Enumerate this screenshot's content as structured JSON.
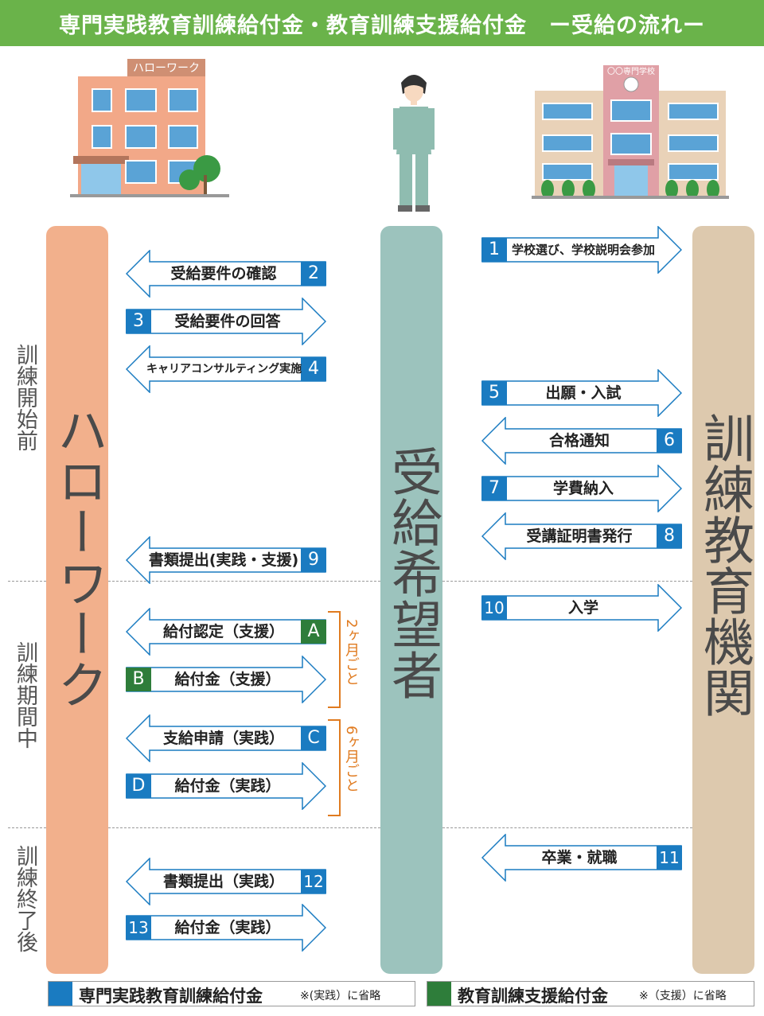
{
  "title": "専門実践教育訓練給付金・教育訓練支援給付金　ー受給の流れー",
  "buildings": {
    "hellowork_sign": "ハローワーク",
    "school_sign": "〇〇専門学校"
  },
  "columns": {
    "left": "ハローワーク",
    "center": "受給希望者",
    "right": "訓練教育機関"
  },
  "phases": [
    "訓練開始前",
    "訓練期間中",
    "訓練終了後"
  ],
  "steps": [
    {
      "num": "1",
      "label": "学校選び、学校説明会参加",
      "color": "#1a7bc1"
    },
    {
      "num": "2",
      "label": "受給要件の確認",
      "color": "#1a7bc1"
    },
    {
      "num": "3",
      "label": "受給要件の回答",
      "color": "#1a7bc1"
    },
    {
      "num": "4",
      "label": "キャリアコンサルティング実施",
      "color": "#1a7bc1"
    },
    {
      "num": "5",
      "label": "出願・入試",
      "color": "#1a7bc1"
    },
    {
      "num": "6",
      "label": "合格通知",
      "color": "#1a7bc1"
    },
    {
      "num": "7",
      "label": "学費納入",
      "color": "#1a7bc1"
    },
    {
      "num": "8",
      "label": "受講証明書発行",
      "color": "#1a7bc1"
    },
    {
      "num": "9",
      "label": "書類提出(実践・支援)",
      "color": "#1a7bc1"
    },
    {
      "num": "10",
      "label": "入学",
      "color": "#1a7bc1"
    },
    {
      "num": "A",
      "label": "給付認定（支援）",
      "color": "#2e7d3a"
    },
    {
      "num": "B",
      "label": "給付金（支援）",
      "color": "#2e7d3a"
    },
    {
      "num": "C",
      "label": "支給申請（実践）",
      "color": "#1a7bc1"
    },
    {
      "num": "D",
      "label": "給付金（実践）",
      "color": "#1a7bc1"
    },
    {
      "num": "11",
      "label": "卒業・就職",
      "color": "#1a7bc1"
    },
    {
      "num": "12",
      "label": "書類提出（実践）",
      "color": "#1a7bc1"
    },
    {
      "num": "13",
      "label": "給付金（実践）",
      "color": "#1a7bc1"
    }
  ],
  "periods": [
    "2ヶ月ごと",
    "6ヶ月ごと"
  ],
  "legend": [
    {
      "label": "専門実践教育訓練給付金",
      "note": "※(実践）に省略",
      "color": "#1a7bc1"
    },
    {
      "label": "教育訓練支援給付金",
      "note": "※（支援）に省略",
      "color": "#2e7d3a"
    }
  ],
  "colors": {
    "header": "#6ab34a",
    "left_column": "#f2b08c",
    "center_column": "#9cc3bd",
    "right_column": "#ddc9ae",
    "bracket": "#e07b20"
  }
}
